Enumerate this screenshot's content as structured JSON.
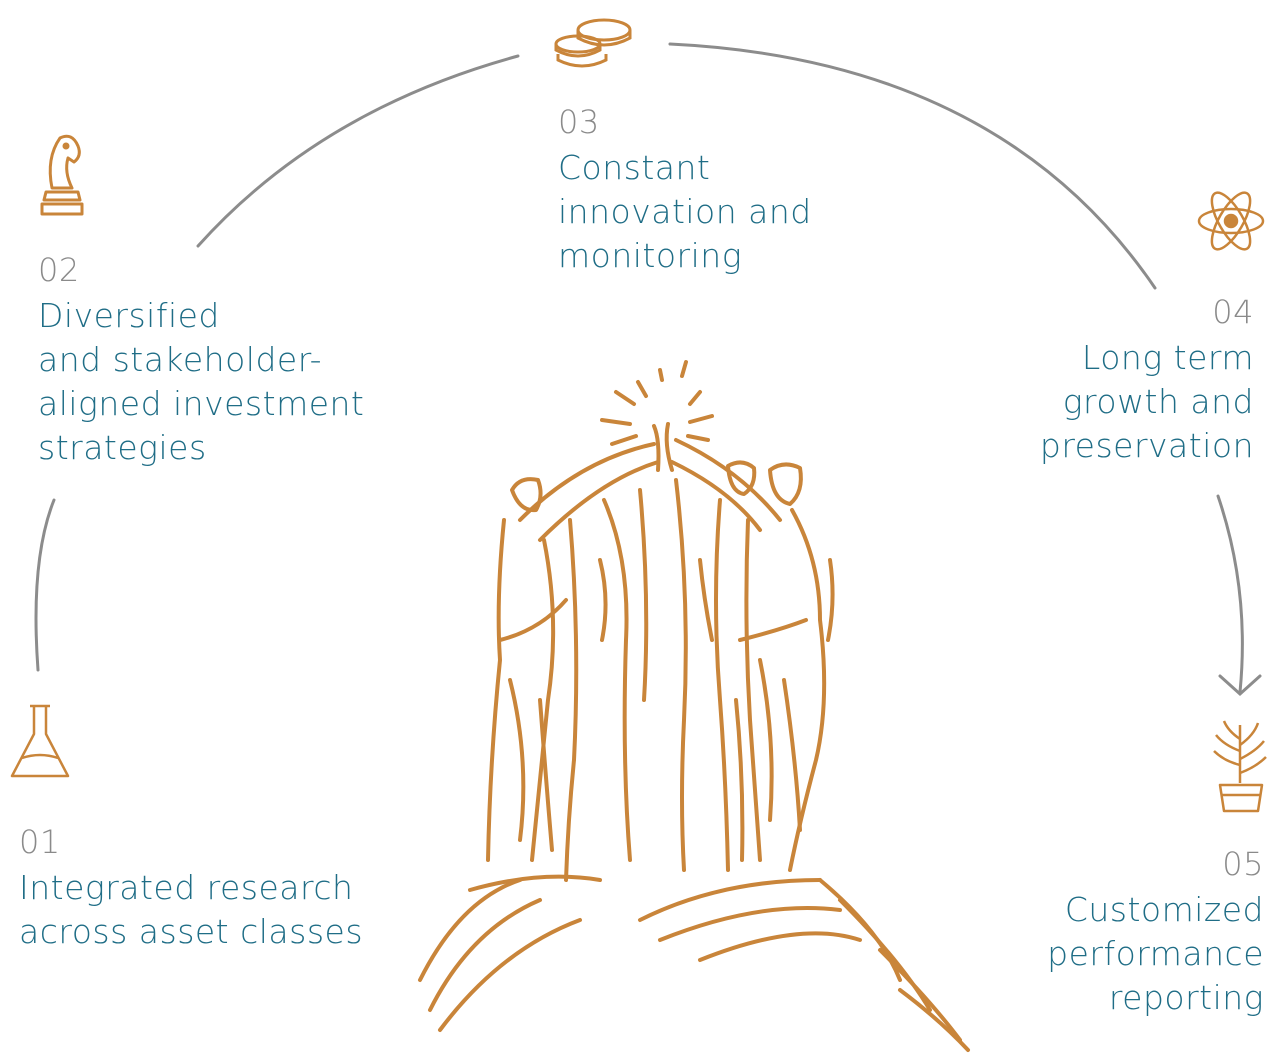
{
  "colors": {
    "arc": "#8c8c8c",
    "number": "#8a8a8a",
    "label": "#1f6d86",
    "illustration": "#c9853a"
  },
  "steps": [
    {
      "number": "01",
      "label": "Integrated research\nacross asset classes",
      "icon": "flask-icon"
    },
    {
      "number": "02",
      "label": "Diversified\nand stakeholder-\naligned investment\nstrategies",
      "icon": "chess-knight-icon"
    },
    {
      "number": "03",
      "label": "Constant\ninnovation and\nmonitoring",
      "icon": "coins-icon"
    },
    {
      "number": "04",
      "label": "Long term\ngrowth and\npreservation",
      "icon": "atom-icon"
    },
    {
      "number": "05",
      "label": "Customized\nperformance\nreporting",
      "icon": "potted-plant-icon"
    }
  ],
  "illustration": "team-high-five-sketch"
}
